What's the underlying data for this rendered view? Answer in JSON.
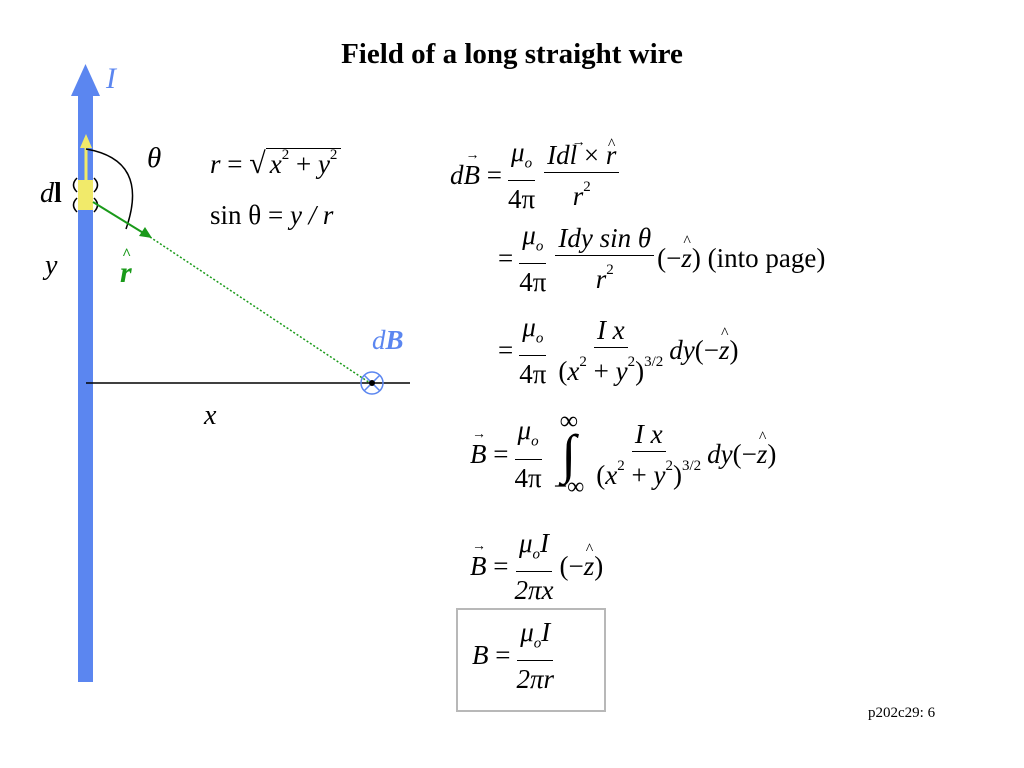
{
  "slide": {
    "title": "Field of a long straight wire",
    "footer": "p202c29: 6"
  },
  "diagram": {
    "label_current": "I",
    "label_theta": "θ",
    "label_dl_d": "d",
    "label_dl_l": "l",
    "label_y": "y",
    "label_rhat": "r",
    "label_dB_d": "d",
    "label_dB_B": "B",
    "label_x": "x",
    "colors": {
      "wire": "#5b86f0",
      "segment": "#f1ea6a",
      "arrow": "#1a9a1a",
      "field_label": "#5b86f0"
    }
  },
  "side_equations": {
    "r_def_lhs": "r",
    "r_def_x": "x",
    "r_def_y": "y",
    "sin_lhs": "sin θ",
    "sin_rhs": "y / r"
  },
  "equations": {
    "mu": "μ",
    "mu_sub": "o",
    "four_pi": "4π",
    "line1_lhs_d": "d",
    "line1_lhs_B": "B",
    "line1_num_I": "Id",
    "line1_num_l": "l",
    "line1_num_cross": " × ",
    "line1_num_r": "r",
    "r2": "r",
    "line2_num": "Idy sin θ",
    "minus_z_open": "(−",
    "z": "z",
    "minus_z_close": ")",
    "into_page": "(into page)",
    "line3_num": "I x",
    "den_x": "x",
    "den_y": "y",
    "exp_32": "3/2",
    "dy": "dy",
    "B": "B",
    "int_upper": "∞",
    "int_lower": "−∞",
    "line5_num_I": "I",
    "two_pi_x": "2πx",
    "two_pi_r": "2πr",
    "equals": "="
  }
}
